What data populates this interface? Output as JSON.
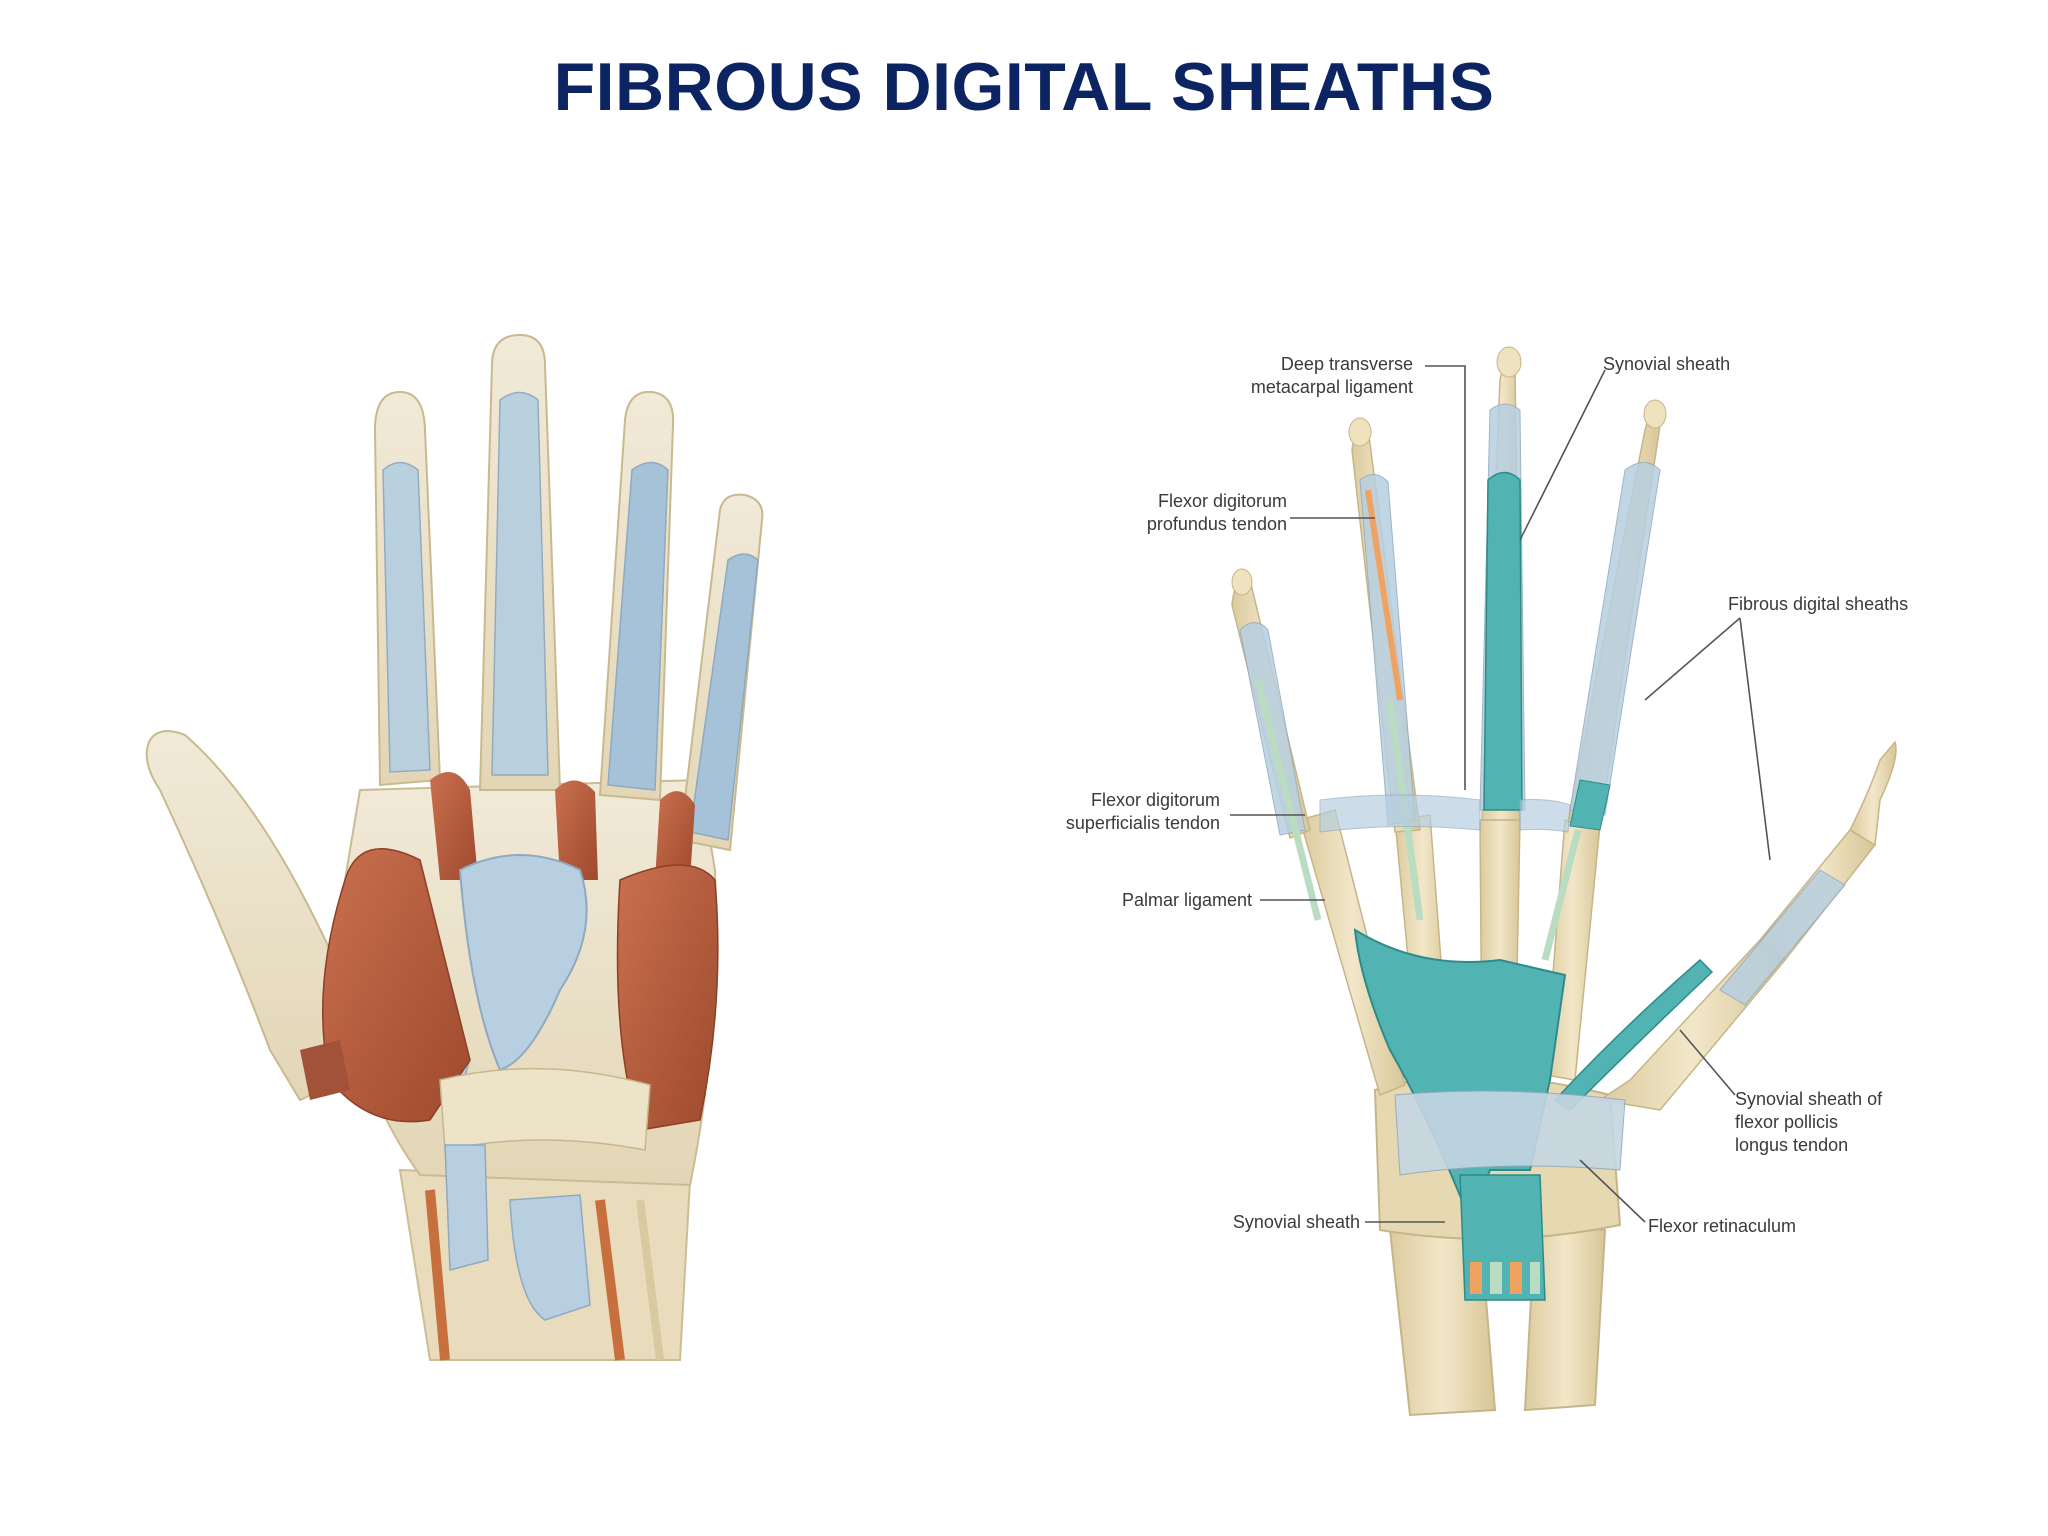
{
  "title": "FIBROUS DIGITAL SHEATHS",
  "colors": {
    "title": "#0c2461",
    "sheath_blue": "#b7cfe0",
    "synovial_teal": "#52b3b3",
    "muscle": "#b85c3c",
    "bone": "#e9dcb9",
    "tendon_orange": "#f0a360"
  },
  "left_figure": {
    "name": "palmar view of hand with fibrous digital sheaths"
  },
  "right_figure": {
    "labels": {
      "deep_transverse_line1": "Deep transverse",
      "deep_transverse_line2": "metacarpal ligament",
      "synovial_sheath_top": "Synovial sheath",
      "fdp_line1": "Flexor digitorum",
      "fdp_line2": "profundus tendon",
      "fibrous_digital_sheaths": "Fibrous digital sheaths",
      "fds_line1": "Flexor digitorum",
      "fds_line2": "superficialis tendon",
      "palmar_ligament": "Palmar ligament",
      "fpl_line1": "Synovial sheath of",
      "fpl_line2": "flexor pollicis",
      "fpl_line3": "longus tendon",
      "synovial_sheath_bottom": "Synovial sheath",
      "flexor_retinaculum": "Flexor retinaculum"
    }
  }
}
